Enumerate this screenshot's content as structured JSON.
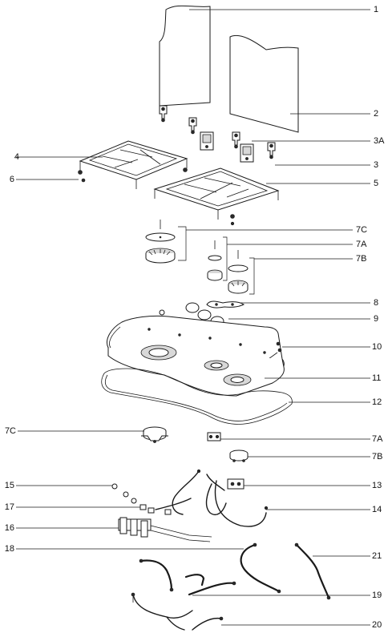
{
  "callouts": {
    "c1": "1",
    "c2": "2",
    "c3a": "3A",
    "c3": "3",
    "c4": "4",
    "c5": "5",
    "c6": "6",
    "c7c_top": "7C",
    "c7a_top": "7A",
    "c7b_top": "7B",
    "c8": "8",
    "c9": "9",
    "c10": "10",
    "c11": "11",
    "c12": "12",
    "c7c_mid": "7C",
    "c7a_mid": "7A",
    "c7b_mid": "7B",
    "c13": "13",
    "c14": "14",
    "c15": "15",
    "c17": "17",
    "c16": "16",
    "c18": "18",
    "c21": "21",
    "c19": "19",
    "c20": "20"
  },
  "icons": {
    "glass_lid": "glass-lid-panel",
    "hinge": "hinge-bracket",
    "pan_support": "pan-support-grid",
    "burner": "burner-assembly",
    "hob_tray": "hob-tray",
    "gasket": "seal-gasket",
    "valve": "gas-valve",
    "tube": "gas-supply-tube",
    "thermocouple": "thermocouple-lead"
  }
}
